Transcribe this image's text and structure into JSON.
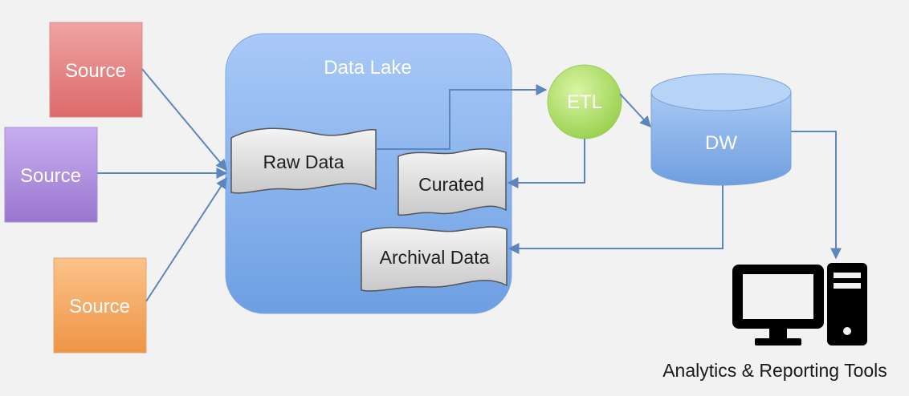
{
  "diagram": {
    "sources": [
      {
        "label": "Source",
        "color": "#e8898a"
      },
      {
        "label": "Source",
        "color": "#b08fd8"
      },
      {
        "label": "Source",
        "color": "#f3a663"
      }
    ],
    "data_lake": {
      "label": "Data Lake",
      "color": "#8fb6ef"
    },
    "raw_data": {
      "label": "Raw Data"
    },
    "curated": {
      "label": "Curated"
    },
    "archival": {
      "label": "Archival Data"
    },
    "etl": {
      "label": "ETL",
      "color": "#b6e36d"
    },
    "dw": {
      "label": "DW",
      "color": "#8ab5ea"
    },
    "tools": {
      "label": "Analytics & Reporting Tools",
      "icon": "computer-icon"
    },
    "arrow_color": "#5d86be"
  }
}
